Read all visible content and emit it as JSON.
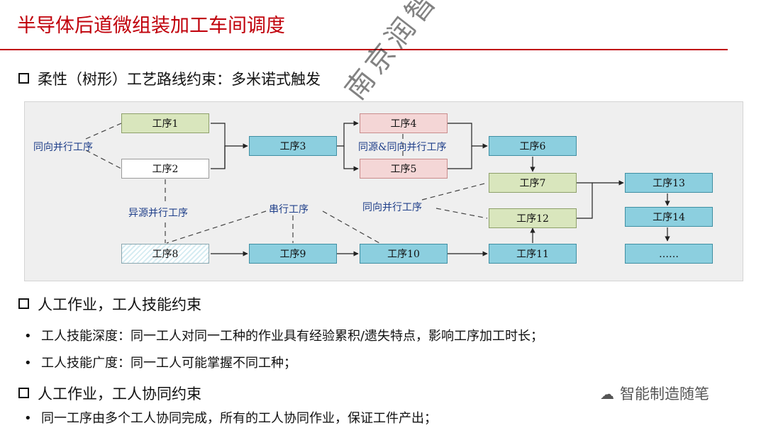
{
  "page": {
    "title": "半导体后道微组装加工车间调度"
  },
  "sections": [
    {
      "heading": "柔性（树形）工艺路线约束：多米诺式触发"
    },
    {
      "heading": "人工作业，工人技能约束"
    },
    {
      "heading": "人工作业，工人协同约束"
    }
  ],
  "bullets": [
    "工人技能深度：同一工人对同一工种的作业具有经验累积/遗失特点，影响工序加工时长；",
    "工人技能广度：同一工人可能掌握不同工种；",
    "同一工序由多个工人协同完成，所有的工人协同作业，保证工件产出；"
  ],
  "diagram": {
    "nodes": {
      "p1": "工序1",
      "p2": "工序2",
      "p3": "工序3",
      "p4": "工序4",
      "p5": "工序5",
      "p6": "工序6",
      "p7": "工序7",
      "p8": "工序8",
      "p9": "工序9",
      "p10": "工序10",
      "p11": "工序11",
      "p12": "工序12",
      "p13": "工序13",
      "p14": "工序14",
      "p15": "……"
    },
    "labels": {
      "same_dir_parallel": "同向并行工序",
      "diff_src_parallel": "异源并行工序",
      "serial": "串行工序",
      "same_src_parallel": "同源&同向并行工序",
      "same_dir_parallel2": "同向并行工序"
    },
    "colors": {
      "process_cyan": "#8ccfdf",
      "process_green": "#d9e6bd",
      "process_pink": "#f4d6d6"
    }
  },
  "watermark": "南京润智科技有限公司",
  "brand": {
    "icon": "wechat-icon",
    "text": "智能制造随笔"
  }
}
